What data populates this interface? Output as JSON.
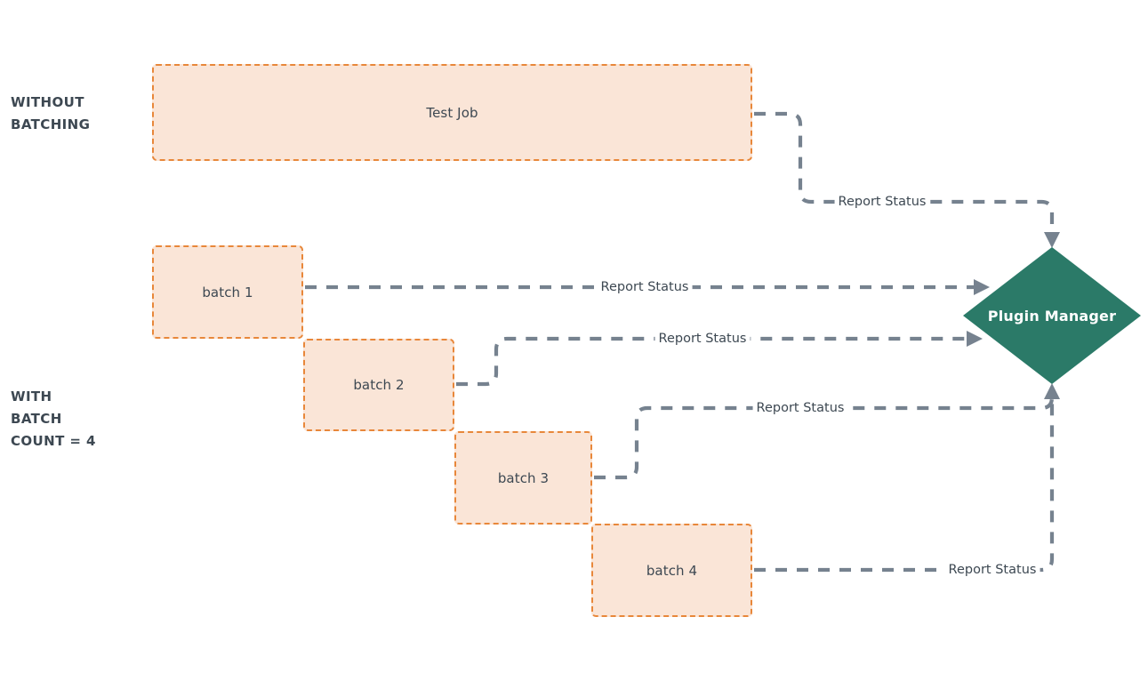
{
  "diagram": {
    "title": "Plugin Manager batching report status flow",
    "colors": {
      "box_fill": "#fae5d7",
      "box_border": "#e8873a",
      "diamond_fill": "#2b7a68",
      "connector": "#76828f",
      "text": "#3d4852",
      "background": "#ffffff"
    },
    "side_labels": [
      {
        "id": "without-batching",
        "text": "WITHOUT\nBATCHING"
      },
      {
        "id": "with-batch-count",
        "text": "WITH\nBATCH\nCOUNT = 4"
      }
    ],
    "nodes": [
      {
        "id": "test-job",
        "label": "Test Job",
        "shape": "dashed-rect"
      },
      {
        "id": "batch-1",
        "label": "batch 1",
        "shape": "dashed-rect"
      },
      {
        "id": "batch-2",
        "label": "batch 2",
        "shape": "dashed-rect"
      },
      {
        "id": "batch-3",
        "label": "batch 3",
        "shape": "dashed-rect"
      },
      {
        "id": "batch-4",
        "label": "batch 4",
        "shape": "dashed-rect"
      },
      {
        "id": "plugin-manager",
        "label": "Plugin Manager",
        "shape": "diamond"
      }
    ],
    "edges": [
      {
        "id": "edge-0",
        "from": "test-job",
        "to": "plugin-manager",
        "label": "Report Status",
        "style": "dashed",
        "arrow": "end"
      },
      {
        "id": "edge-1",
        "from": "batch-1",
        "to": "plugin-manager",
        "label": "Report Status",
        "style": "dashed",
        "arrow": "end"
      },
      {
        "id": "edge-2",
        "from": "batch-2",
        "to": "plugin-manager",
        "label": "Report Status",
        "style": "dashed",
        "arrow": "end"
      },
      {
        "id": "edge-3",
        "from": "batch-3",
        "to": "plugin-manager",
        "label": "Report Status",
        "style": "dashed",
        "arrow": "end"
      },
      {
        "id": "edge-4",
        "from": "batch-4",
        "to": "plugin-manager",
        "label": "Report Status",
        "style": "dashed",
        "arrow": "end"
      }
    ]
  }
}
